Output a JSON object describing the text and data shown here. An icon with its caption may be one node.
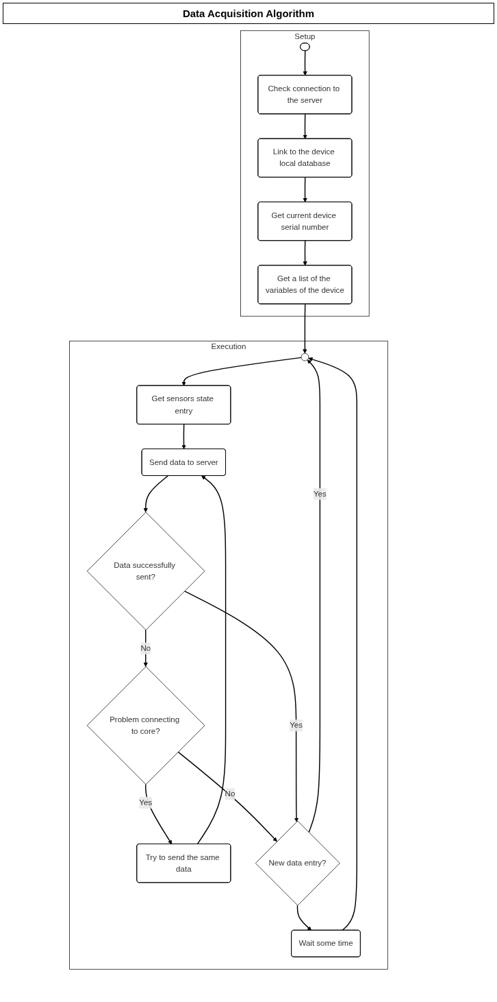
{
  "diagram": {
    "title": "Data Acquisition Algorithm",
    "nodes": [
      {
        "text": [
          "Setup"
        ]
      },
      {
        "text": [],
        "shape": "ellipse",
        "in": 0
      },
      {
        "text": [
          "Check connection to the server"
        ],
        "in": 0
      },
      {
        "text": [
          "Link to the device local database"
        ],
        "in": 0
      },
      {
        "text": [
          "Get current device serial number"
        ],
        "in": 0
      },
      {
        "text": [
          "Get a list of the variables of the device"
        ],
        "in": 0
      },
      {
        "text": [
          "Execution"
        ]
      },
      {
        "text": [],
        "shape": "circle",
        "in": 6
      },
      {
        "text": [
          "Get sensors state entry"
        ],
        "in": 6
      },
      {
        "text": [
          "Send data to server"
        ],
        "in": 6
      },
      {
        "text": [
          "Try to send the same data"
        ],
        "in": 6
      },
      {
        "text": [
          "Data successfully sent?"
        ],
        "in": 6
      },
      {
        "text": [
          "Problem connecting to core?"
        ],
        "in": 6
      },
      {
        "text": [
          "New data entry?"
        ],
        "in": 6
      },
      {
        "text": [
          "Wait some time"
        ],
        "in": 6
      }
    ],
    "edges": [
      {
        "from": 1,
        "to": 2,
        "arrow": "to"
      },
      {
        "from": 2,
        "to": 3,
        "arrow": "to"
      },
      {
        "from": 3,
        "to": 4,
        "arrow": "to"
      },
      {
        "from": 4,
        "to": 5,
        "arrow": "to"
      },
      {
        "from": 5,
        "to": 7,
        "arrow": "to"
      },
      {
        "from": 7,
        "to": 8,
        "arrow": "to"
      },
      {
        "from": 8,
        "to": 9,
        "arrow": "to"
      },
      {
        "from": 9,
        "to": 11,
        "arrow": "to"
      },
      {
        "from": 11,
        "to": 12,
        "label": "No",
        "arrow": "to"
      },
      {
        "from": 12,
        "to": 10,
        "label": "Yes",
        "arrow": "to"
      },
      {
        "from": 10,
        "to": 9,
        "arrow": "to"
      },
      {
        "from": 12,
        "to": 13,
        "label": "No",
        "arrow": "to"
      },
      {
        "from": 11,
        "to": 13,
        "label": "Yes",
        "arrow": "to"
      },
      {
        "from": 13,
        "to": 7,
        "label": "Yes",
        "arrow": "to"
      },
      {
        "from": 13,
        "to": 14,
        "arrow": "to"
      },
      {
        "from": 14,
        "to": 7,
        "arrow": "to"
      }
    ]
  }
}
